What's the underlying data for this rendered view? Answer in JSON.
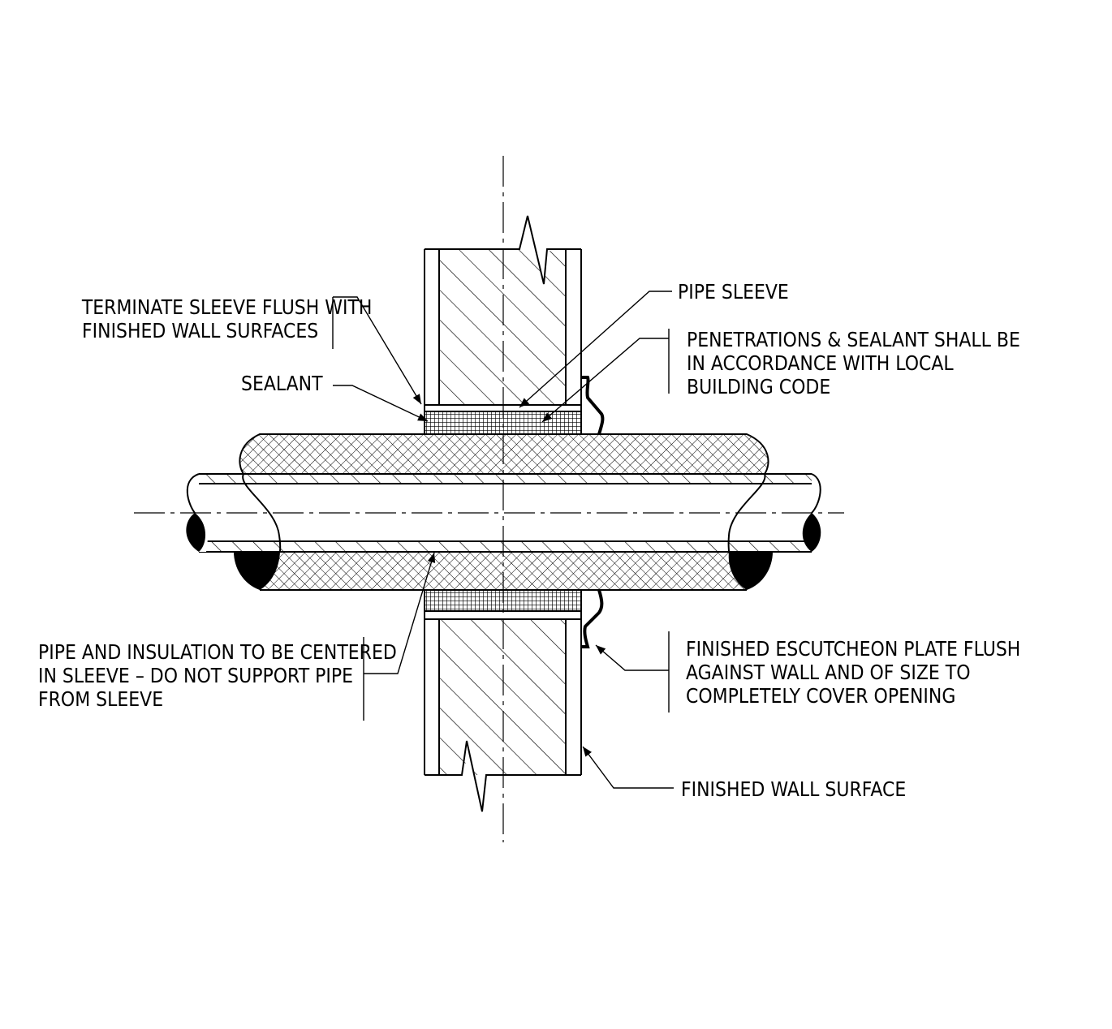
{
  "labels": {
    "terminate_sleeve": [
      "TERMINATE SLEEVE FLUSH WITH",
      "FINISHED WALL SURFACES"
    ],
    "sealant": "SEALANT",
    "pipe_sleeve": "PIPE SLEEVE",
    "penetrations": [
      "PENETRATIONS & SEALANT SHALL BE",
      "IN ACCORDANCE WITH LOCAL",
      "BUILDING CODE"
    ],
    "pipe_insulation": [
      "PIPE AND INSULATION TO BE CENTERED",
      "IN SLEEVE – DO NOT SUPPORT PIPE",
      "FROM SLEEVE"
    ],
    "escutcheon": [
      "FINISHED ESCUTCHEON PLATE FLUSH",
      "AGAINST WALL AND OF SIZE TO",
      "COMPLETELY COVER OPENING"
    ],
    "finished_wall": "FINISHED WALL SURFACE"
  }
}
